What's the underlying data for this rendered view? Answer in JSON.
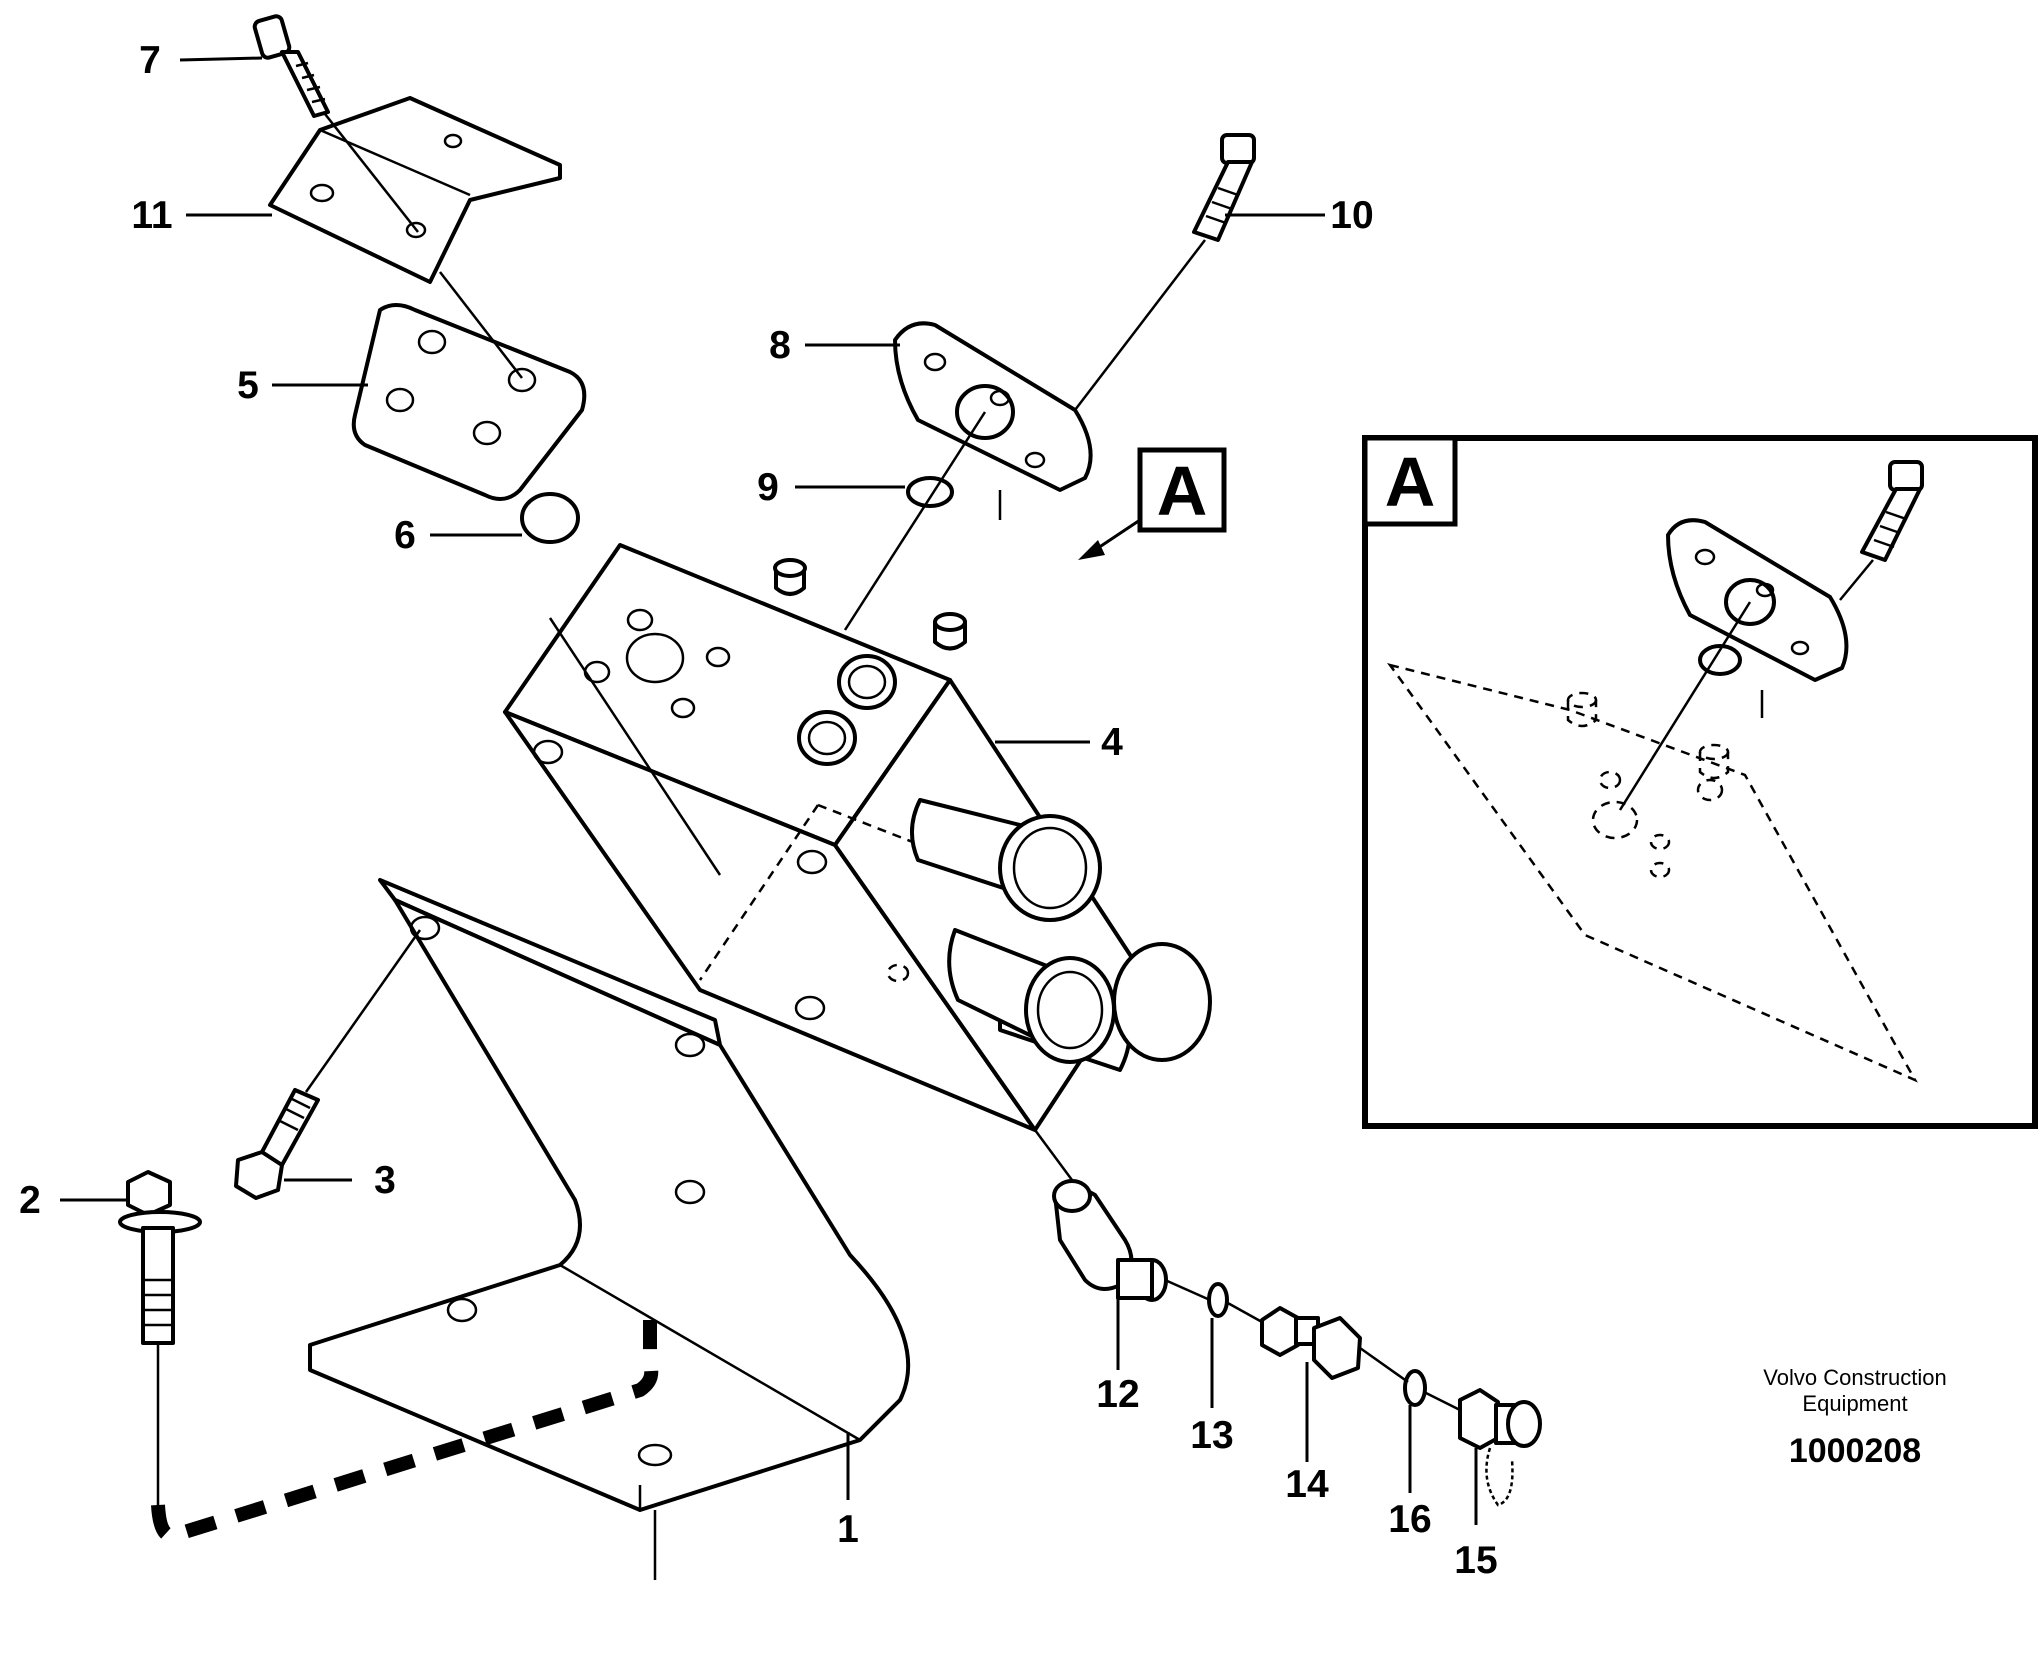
{
  "callouts": {
    "c1": "1",
    "c2": "2",
    "c3": "3",
    "c4": "4",
    "c5": "5",
    "c6": "6",
    "c7": "7",
    "c8": "8",
    "c9": "9",
    "c10": "10",
    "c11": "11",
    "c12": "12",
    "c13": "13",
    "c14": "14",
    "c15": "15",
    "c16": "16"
  },
  "view_marker": "A",
  "detail_view": {
    "label": "A"
  },
  "footer": {
    "company_line1": "Volvo Construction",
    "company_line2": "Equipment",
    "document_number": "1000208"
  }
}
